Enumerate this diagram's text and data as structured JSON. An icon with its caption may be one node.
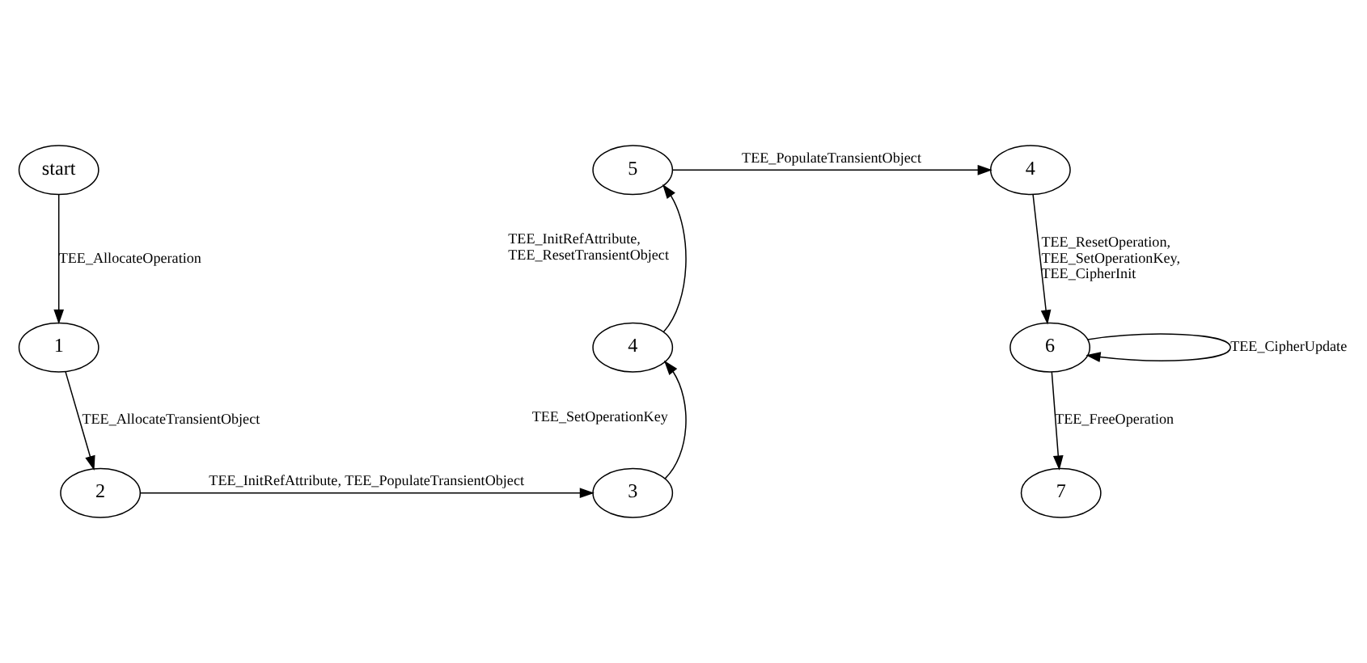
{
  "diagram": {
    "nodes": [
      {
        "text": [
          "start"
        ]
      },
      {
        "text": [
          "1"
        ]
      },
      {
        "text": [
          "2"
        ]
      },
      {
        "text": [
          "3"
        ]
      },
      {
        "text": [
          "4"
        ]
      },
      {
        "text": [
          "5"
        ]
      },
      {
        "text": [
          "4"
        ]
      },
      {
        "text": [
          "6"
        ]
      },
      {
        "text": [
          "7"
        ]
      }
    ],
    "edges": [
      {
        "from": 0,
        "to": 1,
        "arrow": "to",
        "label": "TEE_AllocateOperation"
      },
      {
        "from": 1,
        "to": 2,
        "arrow": "to",
        "label": "TEE_AllocateTransientObject"
      },
      {
        "from": 2,
        "to": 3,
        "arrow": "to",
        "label": "TEE_InitRefAttribute, TEE_PopulateTransientObject"
      },
      {
        "from": 3,
        "to": 4,
        "arrow": "to",
        "label": "TEE_SetOperationKey"
      },
      {
        "from": 4,
        "to": 5,
        "arrow": "to",
        "label": "TEE_InitRefAttribute, TEE_ResetTransientObject"
      },
      {
        "from": 5,
        "to": 6,
        "arrow": "to",
        "label": "TEE_PopulateTransientObject"
      },
      {
        "from": 6,
        "to": 7,
        "arrow": "to",
        "label": "TEE_ResetOperation, TEE_SetOperationKey, TEE_CipherInit"
      },
      {
        "from": 7,
        "to": 7,
        "arrow": "to",
        "label": "TEE_CipherUpdate"
      },
      {
        "from": 7,
        "to": 8,
        "arrow": "to",
        "label": "TEE_FreeOperation"
      }
    ]
  }
}
